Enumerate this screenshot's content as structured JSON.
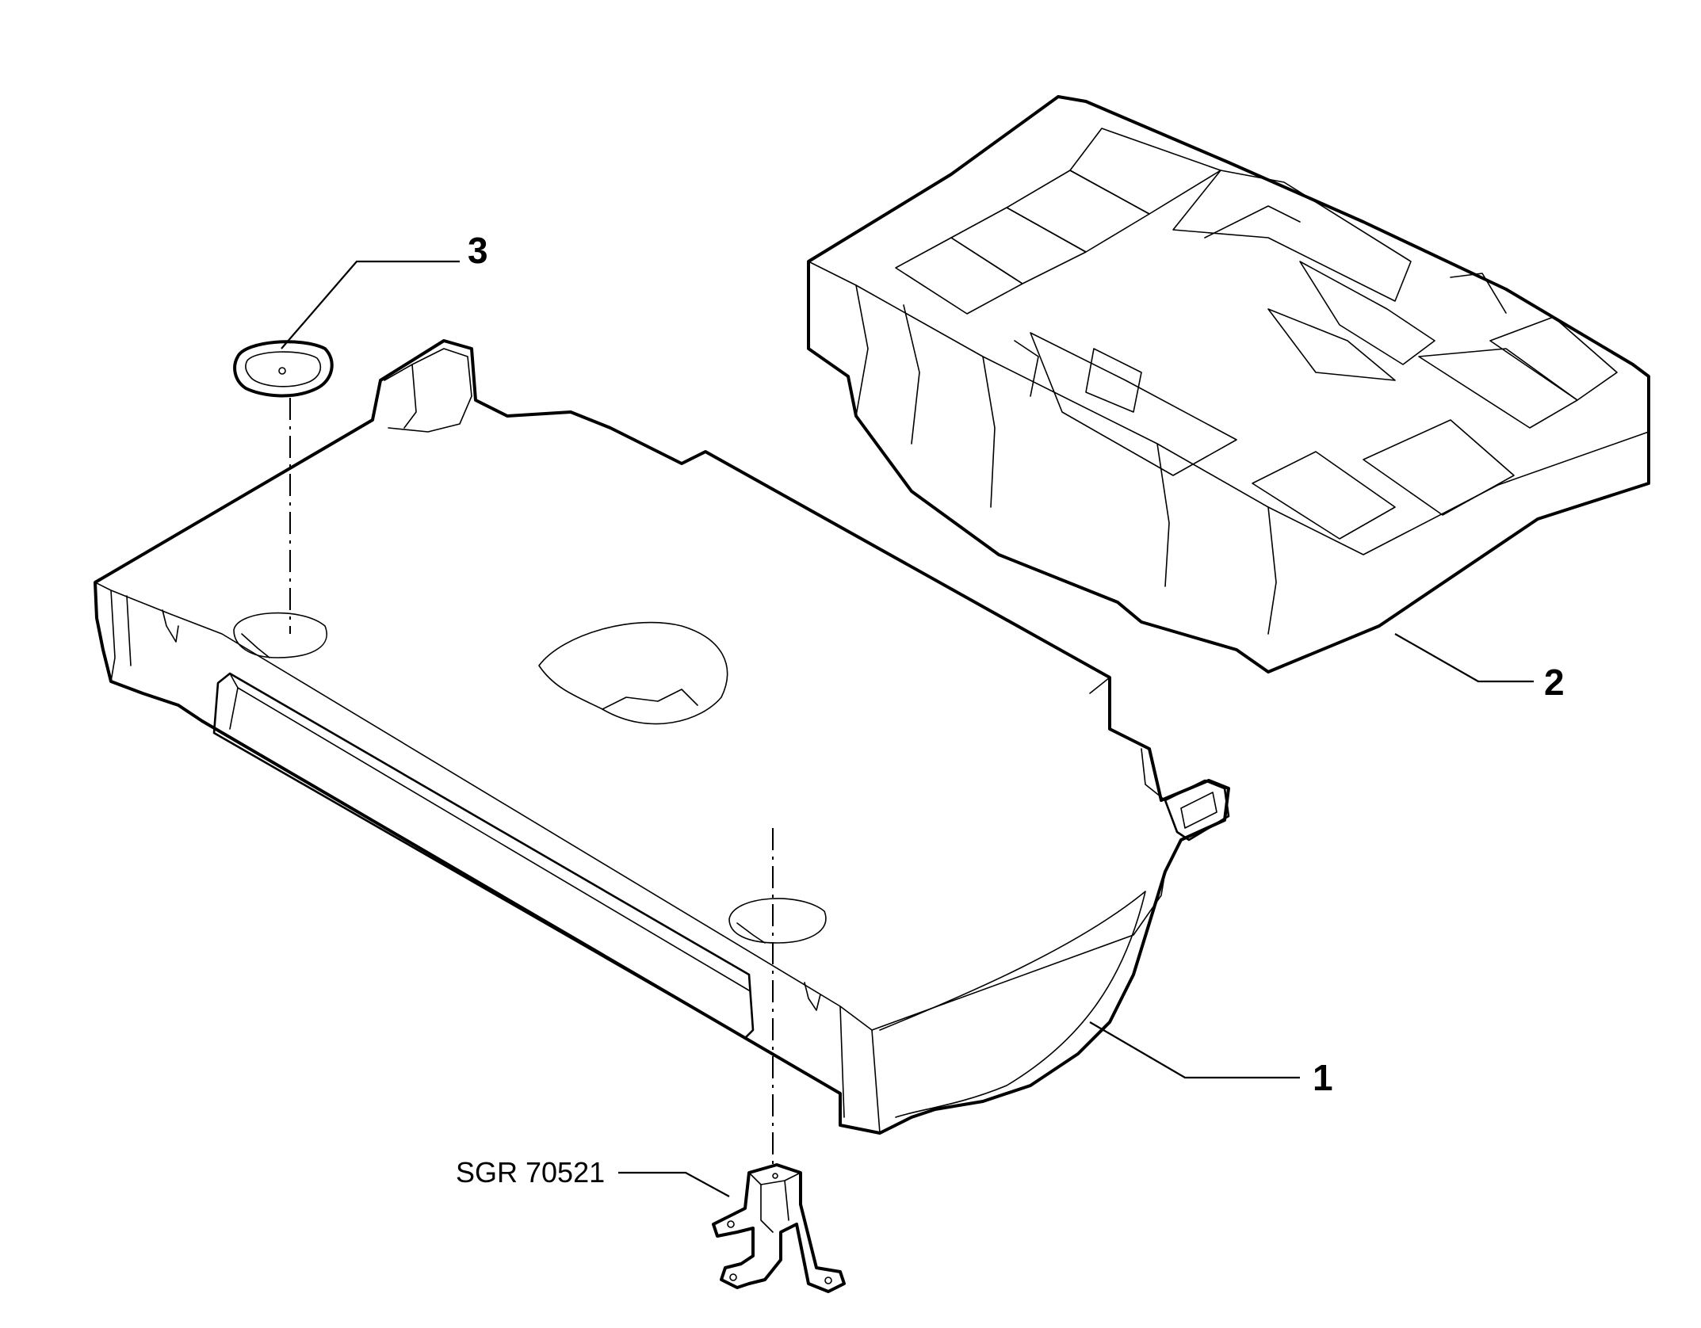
{
  "diagram": {
    "callouts": [
      {
        "label": "1"
      },
      {
        "label": "2"
      },
      {
        "label": "3"
      }
    ],
    "reference_label": "SGR 70521",
    "colors": {
      "line": "#000000",
      "background": "#ffffff"
    }
  }
}
